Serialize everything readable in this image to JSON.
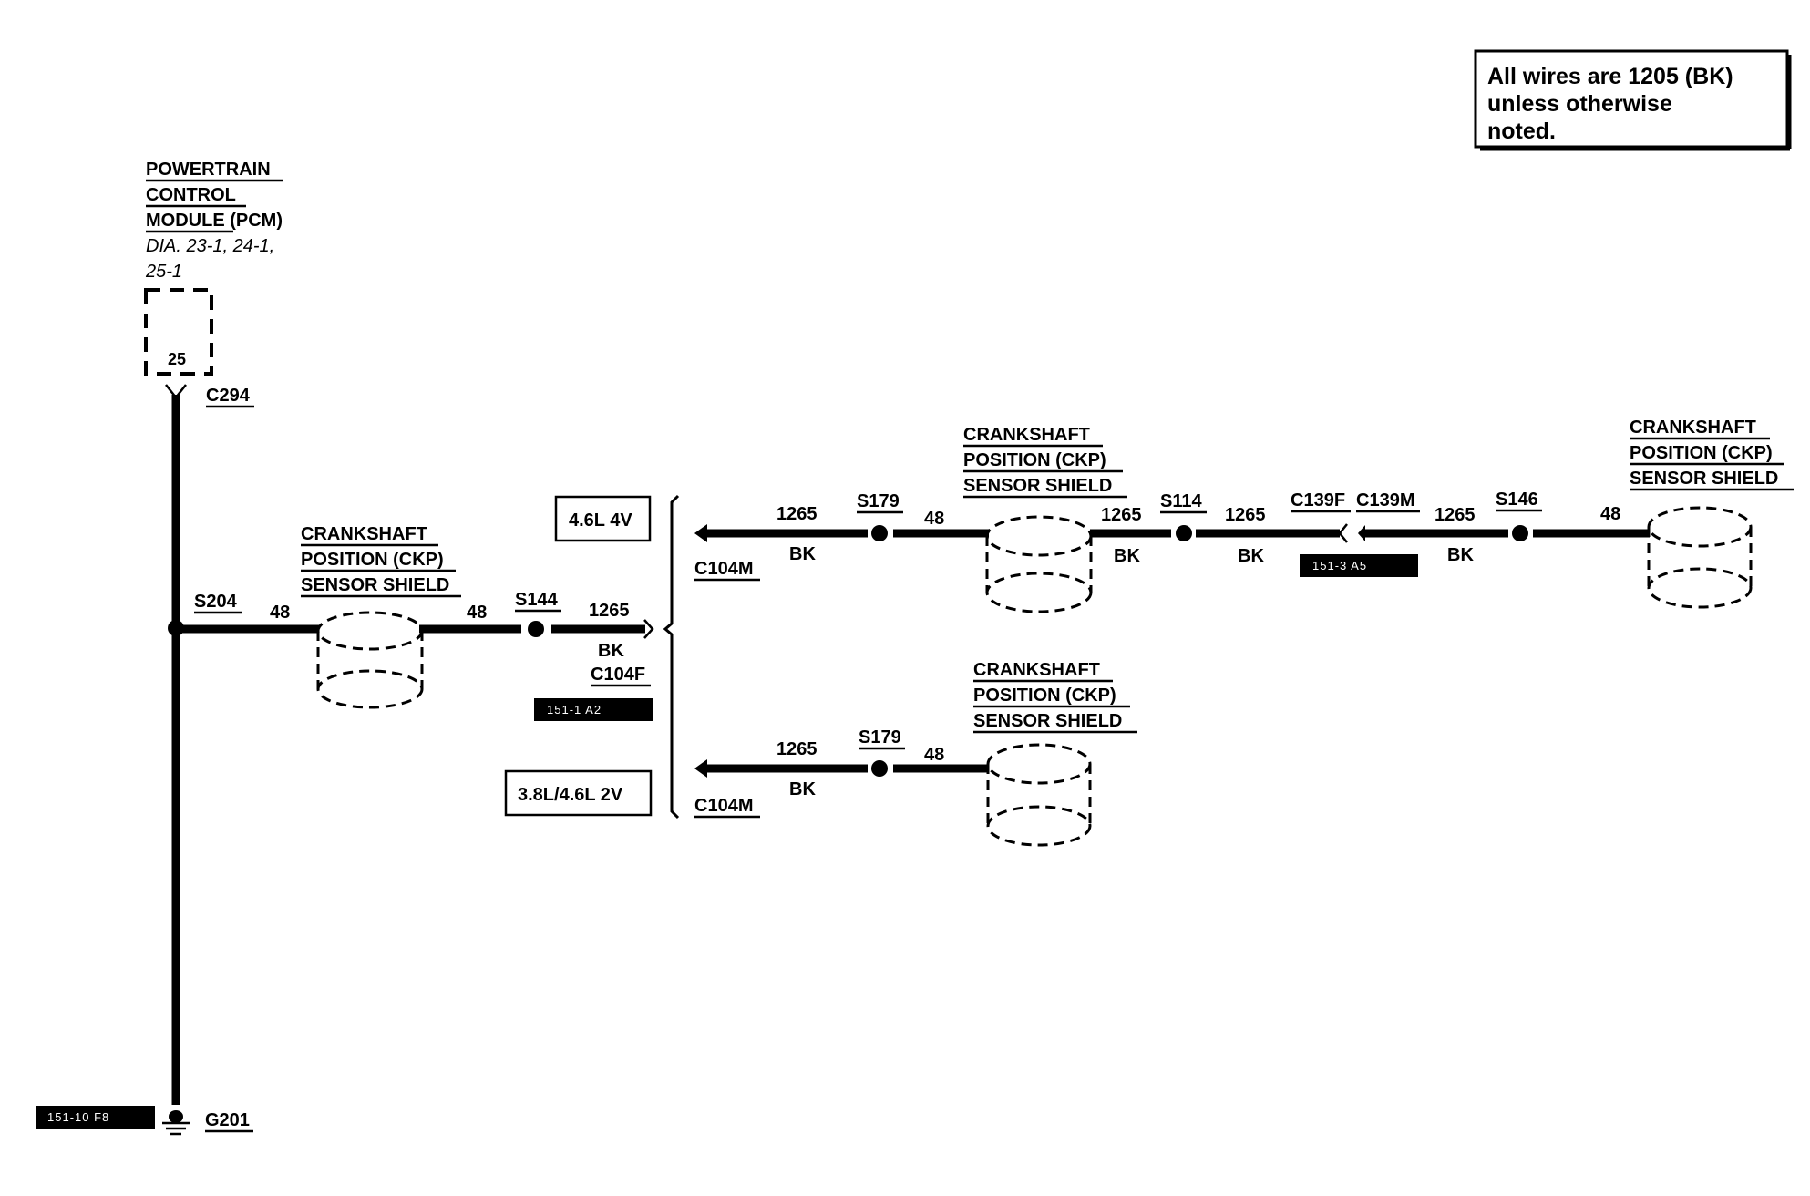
{
  "note": [
    "All wires are 1205 (BK)",
    "unless otherwise",
    "noted."
  ],
  "pcm": {
    "title": [
      "POWERTRAIN",
      "CONTROL",
      "MODULE (PCM)"
    ],
    "dia": [
      "DIA. 23-1, 24-1,",
      "25-1"
    ],
    "pin": "25",
    "connector": "C294"
  },
  "ground": {
    "ref": "151-10 F8",
    "name": "G201"
  },
  "splices": {
    "s204": "S204",
    "s144": "S144",
    "s179": "S179",
    "s114": "S114",
    "s146": "S146"
  },
  "wires": {
    "w48": "48",
    "w1265": "1265",
    "bk": "BK"
  },
  "connectors": {
    "c104f": "C104F",
    "c104m": "C104M",
    "c139f": "C139F",
    "c139m": "C139M"
  },
  "refs": {
    "r1": "151-1 A2",
    "r3": "151-3 A5"
  },
  "engines": {
    "e1": "4.6L 4V",
    "e2": "3.8L/4.6L 2V"
  },
  "shield": [
    "CRANKSHAFT",
    "POSITION (CKP)",
    "SENSOR SHIELD"
  ]
}
